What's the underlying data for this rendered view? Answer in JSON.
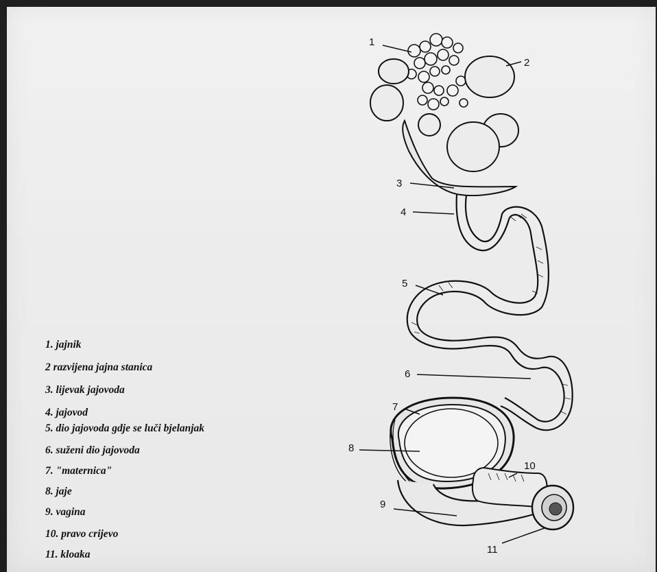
{
  "legend": {
    "items": [
      "1. jajnik",
      "2 razvijena jajna stanica",
      "3. lijevak jajovoda",
      "4. jajovod",
      "5. dio jajovoda gdje se luči bjelanjak",
      "6. suženi dio jajovoda",
      "7. \"maternica\"",
      "8. jaje",
      "9. vagina",
      "10. pravo crijevo",
      "11. kloaka"
    ]
  },
  "diagram": {
    "labels": [
      "1",
      "2",
      "3",
      "4",
      "5",
      "6",
      "7",
      "8",
      "9",
      "10",
      "11"
    ]
  }
}
